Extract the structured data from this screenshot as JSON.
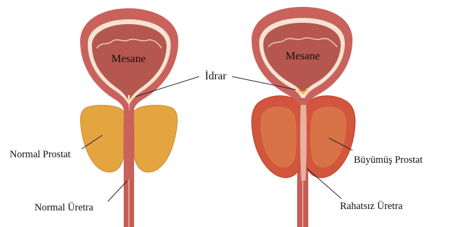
{
  "labels": {
    "bladder_left": "Mesane",
    "bladder_right": "Mesane",
    "urine": "İdrar",
    "normal_prostate": "Normal Prostat",
    "normal_urethra": "Normal Üretra",
    "enlarged_prostate": "Büyümüş Prostat",
    "troubled_urethra": "Rahatsız Üretra"
  },
  "colors": {
    "bladder_outer": "#c9625c",
    "bladder_inner": "#b5574f",
    "bladder_lining": "#f3e3d2",
    "normal_prostate": "#e4a541",
    "enlarged_prostate": "#d2553d",
    "enlarged_prostate_inner": "#d9794a",
    "urethra": "#c65d56"
  }
}
